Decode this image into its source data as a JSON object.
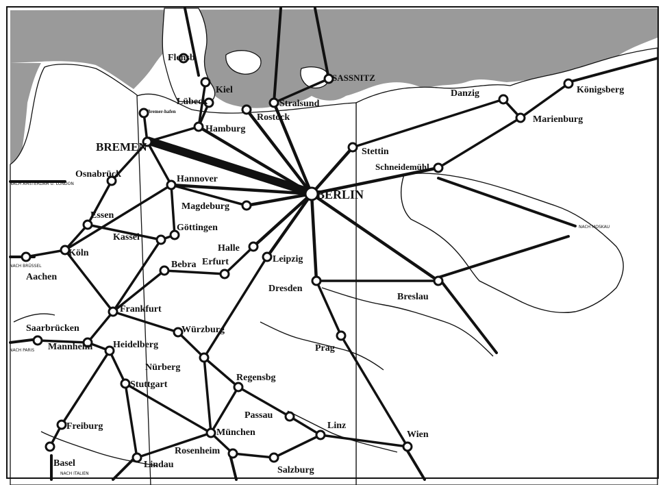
{
  "map": {
    "cities": [
      {
        "id": "berlin",
        "label": "BERLIN"
      },
      {
        "id": "bremen",
        "label": "BREMEN"
      },
      {
        "id": "bremerhaven",
        "label": "Bremer-hafen"
      },
      {
        "id": "hamburg",
        "label": "Hamburg"
      },
      {
        "id": "luebeck",
        "label": "Lübeck"
      },
      {
        "id": "kiel",
        "label": "Kiel"
      },
      {
        "id": "flensburg",
        "label": "Flensb"
      },
      {
        "id": "rostock",
        "label": "Rostock"
      },
      {
        "id": "stralsund",
        "label": "Stralsund"
      },
      {
        "id": "sassnitz",
        "label": "SASSNITZ"
      },
      {
        "id": "stettin",
        "label": "Stettin"
      },
      {
        "id": "danzig",
        "label": "Danzig"
      },
      {
        "id": "koenigsberg",
        "label": "Königsberg"
      },
      {
        "id": "marienburg",
        "label": "Marienburg"
      },
      {
        "id": "schneidemuehl",
        "label": "Schneidemühl"
      },
      {
        "id": "osnabrueck",
        "label": "Osnabrück"
      },
      {
        "id": "hannover",
        "label": "Hannover"
      },
      {
        "id": "magdeburg",
        "label": "Magdeburg"
      },
      {
        "id": "essen",
        "label": "Essen"
      },
      {
        "id": "kassel",
        "label": "Kassel"
      },
      {
        "id": "goettingen",
        "label": "Göttingen"
      },
      {
        "id": "koeln",
        "label": "Köln"
      },
      {
        "id": "aachen",
        "label": "Aachen"
      },
      {
        "id": "halle",
        "label": "Halle"
      },
      {
        "id": "leipzig",
        "label": "Leipzig"
      },
      {
        "id": "bebra",
        "label": "Bebra"
      },
      {
        "id": "erfurt",
        "label": "Erfurt"
      },
      {
        "id": "dresden",
        "label": "Dresden"
      },
      {
        "id": "breslau",
        "label": "Breslau"
      },
      {
        "id": "frankfurt",
        "label": "Frankfurt"
      },
      {
        "id": "saarbruecken",
        "label": "Saarbrücken"
      },
      {
        "id": "mannheim",
        "label": "Mannheim"
      },
      {
        "id": "heidelberg",
        "label": "Heidelberg"
      },
      {
        "id": "wuerzburg",
        "label": "Würzburg"
      },
      {
        "id": "nuernberg",
        "label": "Nürberg"
      },
      {
        "id": "stuttgart",
        "label": "Stuttgart"
      },
      {
        "id": "regensburg",
        "label": "Regensbg"
      },
      {
        "id": "prag",
        "label": "Prag"
      },
      {
        "id": "passau",
        "label": "Passau"
      },
      {
        "id": "linz",
        "label": "Linz"
      },
      {
        "id": "wien",
        "label": "Wien"
      },
      {
        "id": "muenchen",
        "label": "München"
      },
      {
        "id": "rosenheim",
        "label": "Rosenheim"
      },
      {
        "id": "salzburg",
        "label": "Salzburg"
      },
      {
        "id": "freiburg",
        "label": "Freiburg"
      },
      {
        "id": "basel",
        "label": "Basel"
      },
      {
        "id": "lindau",
        "label": "Lindau"
      }
    ],
    "directions": [
      {
        "id": "nach_amsterdam",
        "label": "NACH AMSTERDAM U. LONDON"
      },
      {
        "id": "nach_moskau",
        "label": "NACH MOSKAU"
      },
      {
        "id": "nach_paris",
        "label": "NACH PARIS"
      },
      {
        "id": "nach_bruessel",
        "label": "NACH BRÜSSEL"
      },
      {
        "id": "nach_italien",
        "label": "NACH ITALIEN"
      }
    ],
    "colors": {
      "ink": "#111111",
      "sea": "#9a9a9a",
      "paper": "#ffffff"
    },
    "connections": [
      [
        "bremen",
        "berlin"
      ],
      [
        "hamburg",
        "berlin"
      ],
      [
        "berlin",
        "stettin"
      ],
      [
        "berlin",
        "stralsund"
      ],
      [
        "berlin",
        "schneidemuehl"
      ],
      [
        "berlin",
        "magdeburg"
      ],
      [
        "berlin",
        "halle"
      ],
      [
        "berlin",
        "leipzig"
      ],
      [
        "berlin",
        "dresden"
      ],
      [
        "berlin",
        "breslau"
      ],
      [
        "berlin",
        "hannover"
      ],
      [
        "berlin",
        "rostock"
      ],
      [
        "stralsund",
        "sassnitz"
      ],
      [
        "stettin",
        "danzig"
      ],
      [
        "danzig",
        "marienburg"
      ],
      [
        "schneidemuehl",
        "marienburg"
      ],
      [
        "marienburg",
        "koenigsberg"
      ],
      [
        "hamburg",
        "kiel"
      ],
      [
        "hamburg",
        "luebeck"
      ],
      [
        "hamburg",
        "bremen"
      ],
      [
        "bremen",
        "bremerhaven"
      ],
      [
        "bremen",
        "osnabrueck"
      ],
      [
        "osnabrueck",
        "essen"
      ],
      [
        "essen",
        "koeln"
      ],
      [
        "koeln",
        "aachen"
      ],
      [
        "bremen",
        "hannover"
      ],
      [
        "hannover",
        "magdeburg"
      ],
      [
        "hannover",
        "goettingen"
      ],
      [
        "goettingen",
        "kassel"
      ],
      [
        "kassel",
        "frankfurt"
      ],
      [
        "koeln",
        "frankfurt"
      ],
      [
        "frankfurt",
        "mannheim"
      ],
      [
        "mannheim",
        "saarbruecken"
      ],
      [
        "mannheim",
        "heidelberg"
      ],
      [
        "heidelberg",
        "stuttgart"
      ],
      [
        "stuttgart",
        "muenchen"
      ],
      [
        "muenchen",
        "rosenheim"
      ],
      [
        "rosenheim",
        "salzburg"
      ],
      [
        "salzburg",
        "linz"
      ],
      [
        "linz",
        "wien"
      ],
      [
        "passau",
        "linz"
      ],
      [
        "regensburg",
        "passau"
      ],
      [
        "nuernberg",
        "regensburg"
      ],
      [
        "regensburg",
        "muenchen"
      ],
      [
        "wuerzburg",
        "nuernberg"
      ],
      [
        "frankfurt",
        "wuerzburg"
      ],
      [
        "erfurt",
        "bebra"
      ],
      [
        "bebra",
        "frankfurt"
      ],
      [
        "halle",
        "erfurt"
      ],
      [
        "leipzig",
        "nuernberg"
      ],
      [
        "dresden",
        "prag"
      ],
      [
        "prag",
        "wien"
      ],
      [
        "dresden",
        "breslau"
      ],
      [
        "freiburg",
        "basel"
      ],
      [
        "stuttgart",
        "lindau"
      ],
      [
        "lindau",
        "muenchen"
      ],
      [
        "nuernberg",
        "muenchen"
      ],
      [
        "heidelberg",
        "freiburg"
      ],
      [
        "essen",
        "kassel"
      ],
      [
        "koeln",
        "hannover"
      ]
    ]
  }
}
